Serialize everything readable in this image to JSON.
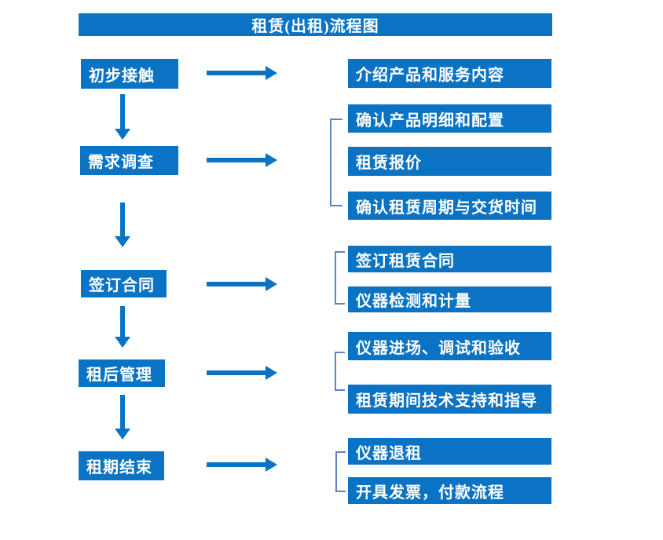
{
  "title": "租赁(出租)流程图",
  "colors": {
    "box_blue": "#0a73c4",
    "bracket_blue": "#5d85c2",
    "text_white": "#ffffff",
    "background": "#ffffff"
  },
  "stages": [
    {
      "label": "初步接触"
    },
    {
      "label": "需求调查"
    },
    {
      "label": "签订合同"
    },
    {
      "label": "租后管理"
    },
    {
      "label": "租期结束"
    }
  ],
  "details": [
    {
      "items": [
        "介绍产品和服务内容"
      ]
    },
    {
      "items": [
        "确认产品明细和配置",
        "租赁报价",
        "确认租赁周期与交货时间"
      ]
    },
    {
      "items": [
        "签订租赁合同",
        "仪器检测和计量"
      ]
    },
    {
      "items": [
        "仪器进场、调试和验收",
        "租赁期间技术支持和指导"
      ]
    },
    {
      "items": [
        "仪器退租",
        "开具发票，付款流程"
      ]
    }
  ]
}
